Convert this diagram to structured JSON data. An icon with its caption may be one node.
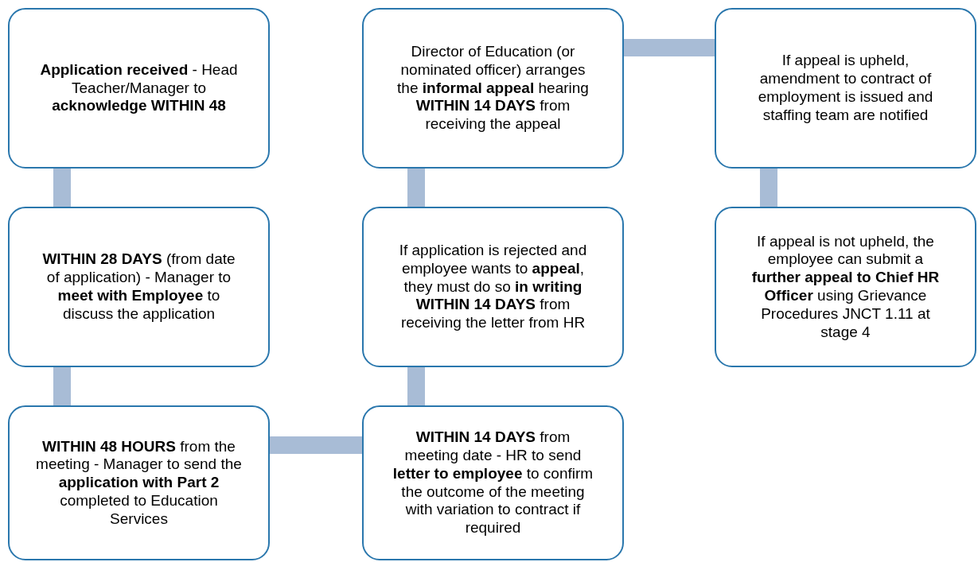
{
  "diagram": {
    "nodes": [
      {
        "text": [
          "**Application received** - Head Teacher/Manager to **acknowledge WITHIN 48**"
        ]
      },
      {
        "text": [
          "**WITHIN 28 DAYS** (from date of application) - Manager to **meet with Employee** to discuss the application"
        ]
      },
      {
        "text": [
          "**WITHIN 48 HOURS** from the meeting - Manager to send the **application with Part 2** completed to Education Services"
        ]
      },
      {
        "text": [
          "**WITHIN 14 DAYS** from meeting date - HR to send **letter to employee** to confirm the outcome of the meeting with variation to contract if required"
        ]
      },
      {
        "text": [
          "If application is rejected and employee wants to **appeal**, they must do so **in writing WITHIN 14 DAYS** from receiving the letter from HR"
        ]
      },
      {
        "text": [
          "Director of Education (or nominated officer) arranges the **informal appeal** hearing **WITHIN 14 DAYS** from receiving the appeal"
        ]
      },
      {
        "text": [
          "If appeal is upheld, amendment to contract of employment is issued and staffing team are notified"
        ]
      },
      {
        "text": [
          "If appeal is not upheld, the employee can submit a **further appeal to Chief HR Officer** using Grievance Procedures JNCT 1.11 at stage 4"
        ]
      }
    ],
    "edges": [
      {
        "from": 0,
        "to": 1,
        "arrow": "none"
      },
      {
        "from": 1,
        "to": 2,
        "arrow": "none"
      },
      {
        "from": 2,
        "to": 3,
        "arrow": "none"
      },
      {
        "from": 3,
        "to": 4,
        "arrow": "none"
      },
      {
        "from": 4,
        "to": 5,
        "arrow": "none"
      },
      {
        "from": 5,
        "to": 6,
        "arrow": "none"
      },
      {
        "from": 6,
        "to": 7,
        "arrow": "none"
      }
    ]
  }
}
